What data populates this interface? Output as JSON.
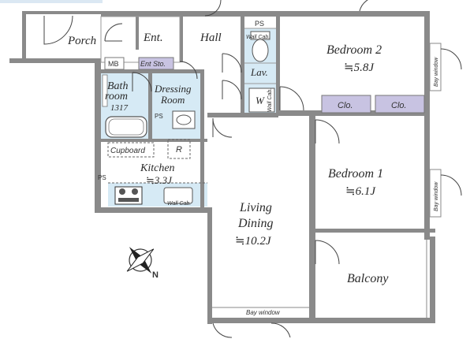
{
  "plan": {
    "rooms": {
      "porch": "Porch",
      "entrance": "Ent.",
      "hall": "Hall",
      "bedroom2": {
        "name": "Bedroom 2",
        "area": "≒5.8J"
      },
      "bedroom1": {
        "name": "Bedroom 1",
        "area": "≒6.1J"
      },
      "bathroom": {
        "line1": "Bath",
        "line2": "room",
        "size": "1317"
      },
      "dressing": {
        "line1": "Dressing",
        "line2": "Room"
      },
      "kitchen": {
        "name": "Kitchen",
        "area": "≒3.3J"
      },
      "living": {
        "line1": "Living",
        "line2": "Dining",
        "area": "≒10.2J"
      },
      "balcony": "Balcony",
      "lavatory": "Lav.",
      "washer": "W"
    },
    "labels": {
      "mb": "MB",
      "ent_storage": "Ent Sto.",
      "ps_top": "PS",
      "ps_dressing": "PS",
      "ps_kitchen": "PS",
      "wall_cabinet_lav": "Wall Cab.",
      "wall_cabinet_kitchen": "Wall Cab.",
      "wall_cabinet_washer": "Wall Cab.",
      "cupboard": "Cupboard",
      "refrigerator": "R",
      "closet_left": "Clo.",
      "closet_right": "Clo.",
      "bay_window_bottom": "Bay window",
      "bay_window_bed2": "Bay window",
      "bay_window_bed1": "Bay window",
      "compass": "N"
    },
    "colors": {
      "wall": "#8a8a8a",
      "closet_fill": "#c8c3e2",
      "ent_storage_fill": "#c8c3e2",
      "wet_area_fill": "#d6eaf5",
      "kitchen_counter_fill": "#d6eaf5"
    }
  }
}
